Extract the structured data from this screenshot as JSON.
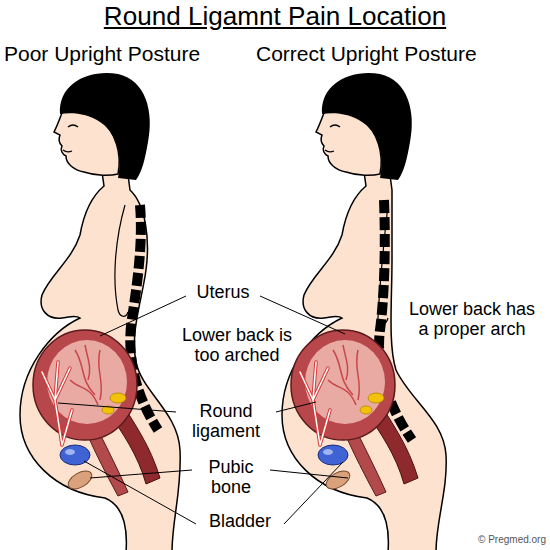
{
  "diagram": {
    "title": "Round Ligamnt Pain Location",
    "labels": [
      "Poor Upright Posture",
      "Correct Upright Posture",
      "Uterus",
      "Lower back is too arched",
      "Lower back has a proper arch",
      "Round ligament",
      "Pubic bone",
      "Bladder",
      "© Pregmed.org"
    ]
  }
}
